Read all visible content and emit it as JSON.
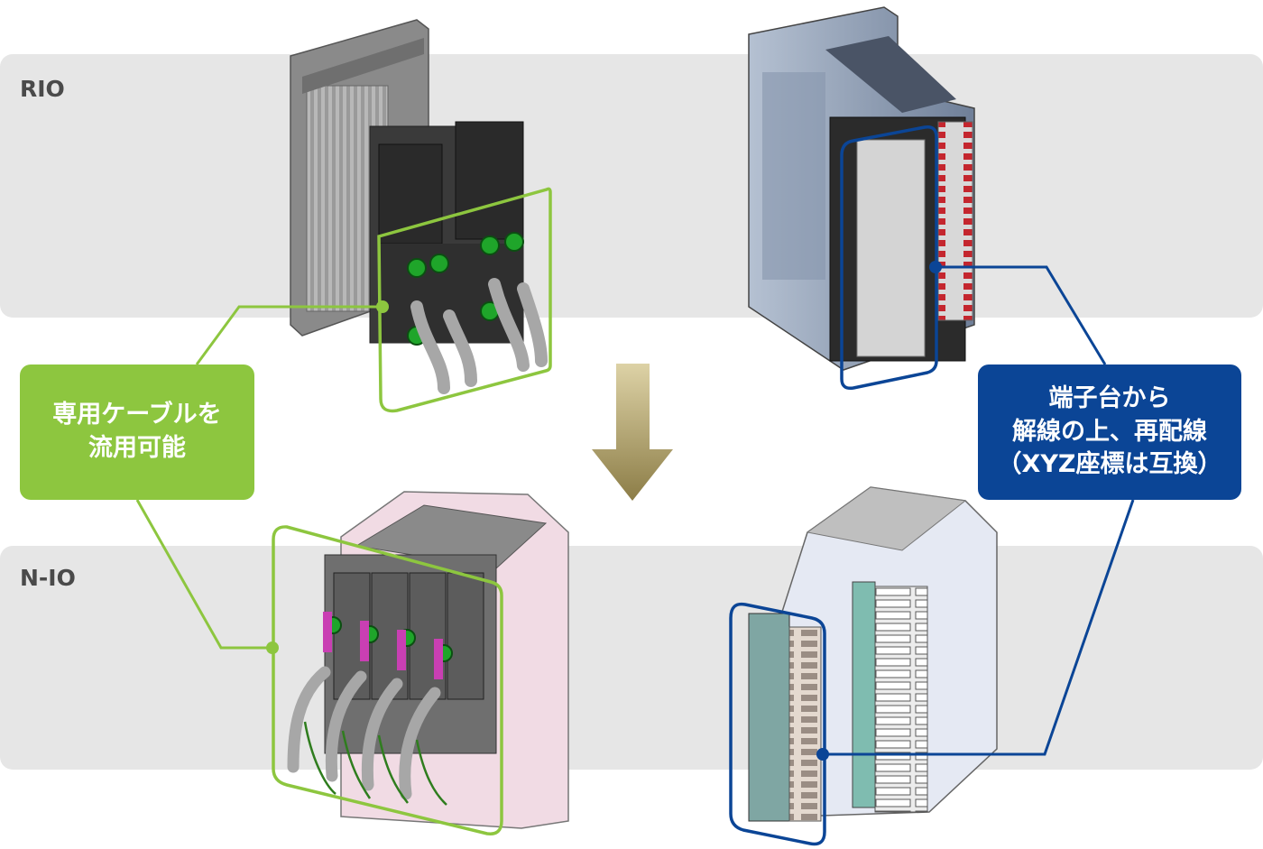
{
  "rows": {
    "top_label": "RIO",
    "bottom_label": "N-IO"
  },
  "callouts": {
    "green": {
      "line1": "専用ケーブルを",
      "line2": "流用可能",
      "color": "#8dc63f"
    },
    "blue": {
      "line1": "端子台から",
      "line2": "解線の上、再配線",
      "line3": "（XYZ座標は互換）",
      "color": "#0b4596"
    }
  },
  "arrow": {
    "direction": "down",
    "color": "#a99a64"
  }
}
